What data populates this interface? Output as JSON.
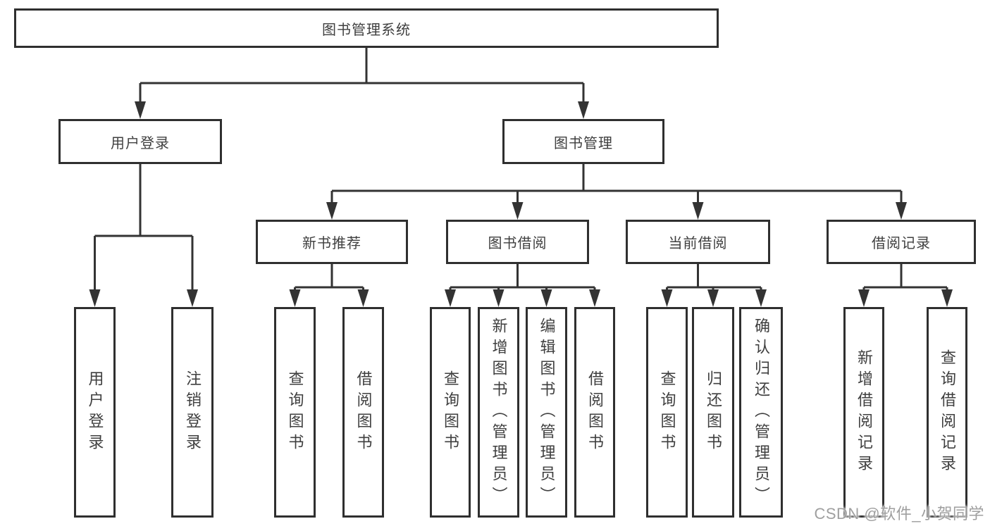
{
  "diagram": {
    "root": "图书管理系统",
    "nodes": {
      "user_login": "用户登录",
      "book_mgmt": "图书管理",
      "new_book": "新书推荐",
      "book_borrow": "图书借阅",
      "current_borrow": "当前借阅",
      "borrow_record": "借阅记录"
    },
    "leaves": {
      "user_login": [
        "用户登录",
        "注销登录"
      ],
      "new_book": [
        "查询图书",
        "借阅图书"
      ],
      "book_borrow": [
        "查询图书",
        "新增图书（管理员）",
        "编辑图书（管理员）",
        "借阅图书"
      ],
      "current_borrow": [
        "查询图书",
        "归还图书",
        "确认归还（管理员）"
      ],
      "borrow_record": [
        "新增借阅记录",
        "查询借阅记录"
      ]
    }
  },
  "watermark": "CSDN @软件_小贺同学",
  "colors": {
    "bg": "#ffffff",
    "line": "#333333",
    "border": "#2f2f2f",
    "text": "#3f3f3f",
    "watermark": "#9f9f9f"
  }
}
